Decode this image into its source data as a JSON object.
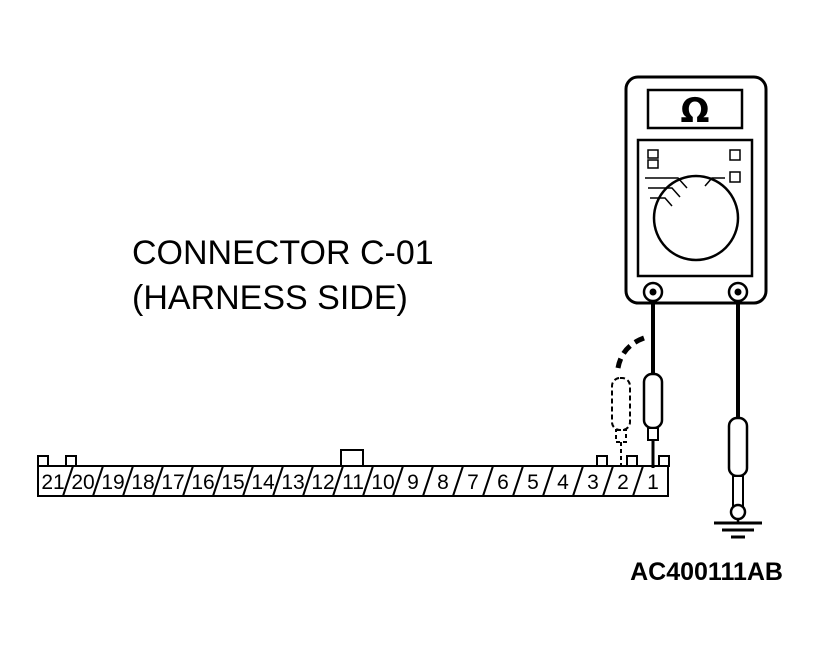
{
  "connector": {
    "title_line1": "CONNECTOR C-01",
    "title_line2": "(HARNESS SIDE)",
    "pins": [
      "21",
      "20",
      "19",
      "18",
      "17",
      "16",
      "15",
      "14",
      "13",
      "12",
      "11",
      "10",
      "9",
      "8",
      "7",
      "6",
      "5",
      "4",
      "3",
      "2",
      "1"
    ]
  },
  "meter": {
    "symbol": "Ω"
  },
  "reference_code": "AC400111AB"
}
